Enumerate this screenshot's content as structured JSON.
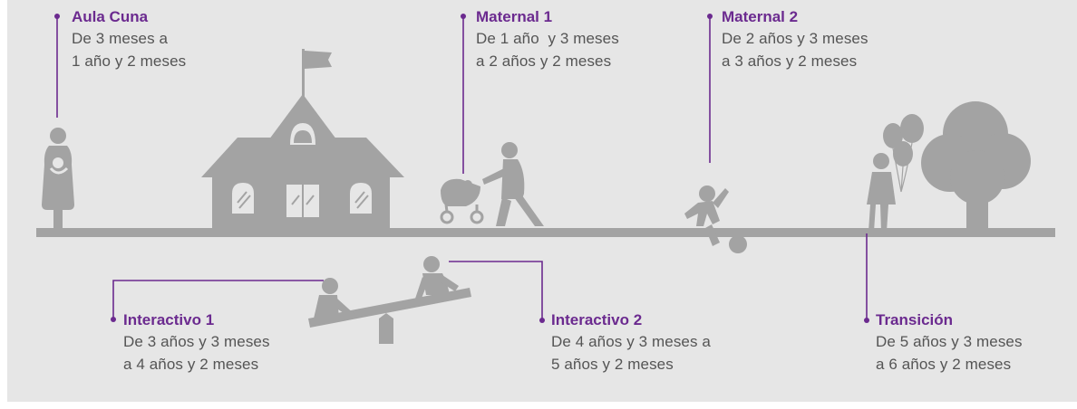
{
  "colors": {
    "accent": "#6b2a8f",
    "background": "#e6e6e6",
    "figures": "#a3a3a3",
    "text": "#555555"
  },
  "stages": [
    {
      "name": "Aula Cuna",
      "line1": "De 3 meses a",
      "line2": "1 año y 2 meses"
    },
    {
      "name": "Maternal 1",
      "line1": "De 1 año  y 3 meses",
      "line2": "a 2 años y 2 meses"
    },
    {
      "name": "Maternal 2",
      "line1": "De 2 años y 3 meses",
      "line2": "a 3 años y 2 meses"
    },
    {
      "name": "Interactivo 1",
      "line1": "De 3 años y 3 meses",
      "line2": "a 4 años y 2 meses"
    },
    {
      "name": "Interactivo 2",
      "line1": "De 4 años y 3 meses a",
      "line2": "5 años y 2 meses"
    },
    {
      "name": "Transición",
      "line1": "De 5 años y 3 meses",
      "line2": "a 6 años y 2 meses"
    }
  ],
  "icons": [
    "mother-with-baby-icon",
    "school-building-icon",
    "parent-with-stroller-icon",
    "child-playing-ball-icon",
    "child-with-balloons-icon",
    "tree-icon",
    "seesaw-children-icon"
  ]
}
